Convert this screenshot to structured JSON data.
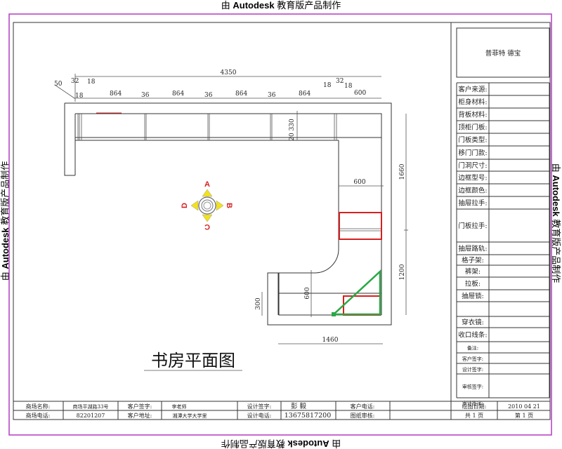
{
  "watermark": {
    "prefix": "由",
    "brand": "Autodesk",
    "suffix": "教育版产品制作"
  },
  "drawing": {
    "title": "书房平面图",
    "dimensions": {
      "total_width": "4350",
      "top_small": [
        "50",
        "32",
        "18",
        "18"
      ],
      "top_small_right": [
        "18",
        "32",
        "18"
      ],
      "segments": [
        "864",
        "36",
        "864",
        "36",
        "864",
        "36",
        "864",
        "600"
      ],
      "depth": "20 330",
      "right_upper": "1660",
      "right_lower": "1200",
      "side_depth": "600",
      "lower_depth": "600",
      "lower_left": "300",
      "bottom_width": "1460"
    },
    "compass": {
      "top": "A",
      "right": "B",
      "bottom": "C",
      "left": "D"
    }
  },
  "title_block": {
    "brand": "普菲特    德宝",
    "fields": [
      "客户来源:",
      "柜身材料:",
      "背板材料:",
      "顶柜门板:",
      "门板类型:",
      "移门门款:",
      "门洞尺寸:",
      "边框型号:",
      "边框颜色:",
      "抽屉拉手:",
      "门板拉手:",
      "抽屉路轨:",
      "格子架:",
      "裤架:",
      "拉板:",
      "抽屉锁:",
      "",
      "穿衣镜:",
      "收口线条:",
      "备注:",
      "客户签字:",
      "设计签字:",
      "审核签字:",
      "审计签字:"
    ]
  },
  "bottom_table": {
    "row1": {
      "mall_name_label": "商场名称:",
      "mall_name": "商场平湖路33号",
      "customer_sign_label": "客户签字:",
      "customer_sign": "李老师",
      "designer_sign_label": "设计签字:",
      "designer_sign": "彭  毅",
      "customer_phone_label": "客户电话:",
      "customer_phone": "",
      "date_label": "绘图日期:",
      "date": "2010 04 21"
    },
    "row2": {
      "mall_phone_label": "商场电话:",
      "mall_phone": "82201207",
      "customer_addr_label": "客户地址:",
      "customer_addr": "湘潭大学大学里",
      "designer_phone_label": "设计电话:",
      "designer_phone": "13675817200",
      "review_label": "图纸审核:",
      "review": "",
      "total_pages": "共 1 页",
      "page": "第 1 页"
    }
  },
  "colors": {
    "frame": "#b23cc0",
    "highlight_red": "#d62020",
    "highlight_green": "#2aa845",
    "compass_yellow": "#f2e21a"
  }
}
